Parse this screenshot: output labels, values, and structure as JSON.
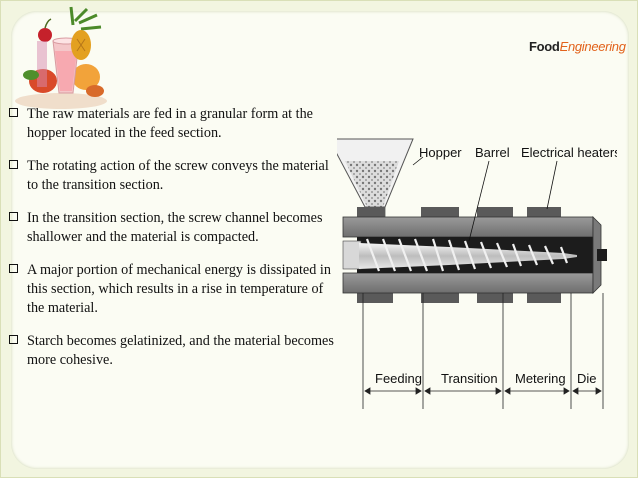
{
  "logo": {
    "brand_part1": "Food",
    "brand_part2": "Engineering"
  },
  "bullets": [
    "The raw materials are fed in a granular form at the hopper located in the feed section.",
    "The rotating action of the screw conveys the material to the transition section.",
    "In the transition section, the screw channel becomes shallower and the material is compacted.",
    "A major portion of mechanical energy is dissipated in this section, which results in a rise in temperature of the  material.",
    "Starch becomes gelatinized, and the material becomes more cohesive."
  ],
  "diagram": {
    "top_labels": {
      "hopper": "Hopper",
      "barrel": "Barrel",
      "heaters": "Electrical heaters"
    },
    "sections": {
      "feeding": "Feeding",
      "transition": "Transition",
      "metering": "Metering",
      "die": "Die"
    }
  },
  "colors": {
    "background": "#f2f5e0",
    "panel": "#fbfcf3",
    "logo_accent": "#e2621b"
  },
  "icons": {
    "corner_decor": "fruit-smoothie-illustration"
  }
}
